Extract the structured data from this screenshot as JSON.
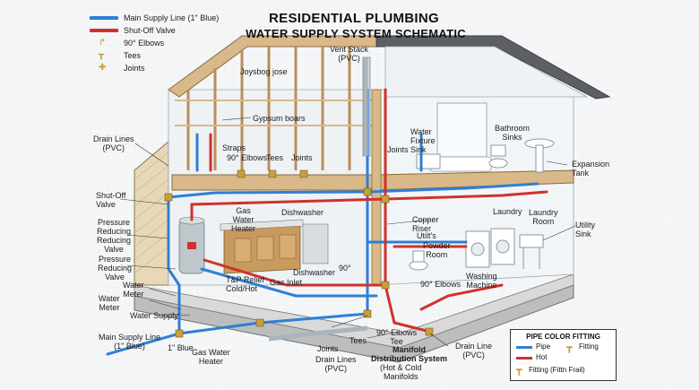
{
  "title": {
    "line1": "RESIDENTIAL PLUMBING",
    "line2": "WATER  SUPPLY SYSTEM SCHEMATIC"
  },
  "legend": {
    "items": [
      {
        "label": "Main Supply Line (1\" Blue)",
        "kind": "line",
        "color": "#2f7fd6"
      },
      {
        "label": "Shut-Off Valve",
        "kind": "line",
        "color": "#d0312d"
      },
      {
        "label": "90° Elbows",
        "kind": "elbow-icon"
      },
      {
        "label": "Tees",
        "kind": "tee-icon"
      },
      {
        "label": "Joints",
        "kind": "joint-icon"
      }
    ]
  },
  "labels": {
    "vent_stack": "Vent Stack\n(PVC)",
    "joysbog": "Joysbog jose",
    "gypsum": "Gypsum boars",
    "straps": "Straps",
    "drain_lines_pvc": "Drain Lines\n(PVC)",
    "elbows_90": "90° Elbows",
    "tees": "Tees",
    "joints": "Joints",
    "water_fixture_sink": "Water\nFixture\nSink",
    "bathroom_sinks": "Bathroom\nSinks",
    "expansion_tank": "Expansion\nTank",
    "joints2": "Joints",
    "shutoff_valve": "Shut-Off\nValve",
    "gas_water_heater": "Gas\nWater\nHeater",
    "dishwasher": "Dishwasher",
    "copper_riser": "Copper\nRiser",
    "laundry": "Laundry",
    "laundry_room": "Laundry\nRoom",
    "utility_sink": "Utility\nSink",
    "prv1": "Pressure\nReducing\nReducing\nValve",
    "utilts": "Utilt's",
    "powder_room": "Powder\nRoom",
    "prv2": "Pressure\nReducing\nValve",
    "tp_relief": "T&P Relief\nCold/Hot",
    "dishwasher2": "Dishwasher",
    "elbow_90": "90°",
    "gas_inlet": "Gas Inlet",
    "elbows_90b": "90° Elbows",
    "washing_machine": "Washing\nMachine",
    "water_meter": "Water\nMeter",
    "water_meter2": "Water\nMeter",
    "water_supply": "Water Supply",
    "main_supply": "Main Supply Line\n(1\" Blue)",
    "blue_1": "1\" Blue",
    "gas_water_heater2": "Gas Water\nHeater",
    "joints3": "Joints",
    "tees2": "Tees",
    "drain_lines2": "Drain Lines\n(PVC)",
    "elbows_tee": "90° Elbows\nTee",
    "manifold": "Manifold\nDistribution System",
    "manifold_sub": "(Hot & Cold\nManifolds",
    "drain_line": "Drain Line\n(PVC)"
  },
  "color_box": {
    "title": "PIPE COLOR FITTING",
    "pipe": "Pipe",
    "hot": "Hot",
    "fitting": "Fitting",
    "fitting2": "Fitting (Fittn Frail)",
    "colors": {
      "pipe": "#2f7fd6",
      "hot": "#d0312d",
      "fitting": "#c8a03a"
    }
  },
  "colors": {
    "cold": "#2f7fd6",
    "hot": "#d0312d",
    "wood": "#d9b98a",
    "wood_dark": "#b98e58",
    "wall": "#e8eef2",
    "roof": "#5d5f63",
    "ground": "#c9c9c9",
    "brass": "#c8a03a"
  }
}
